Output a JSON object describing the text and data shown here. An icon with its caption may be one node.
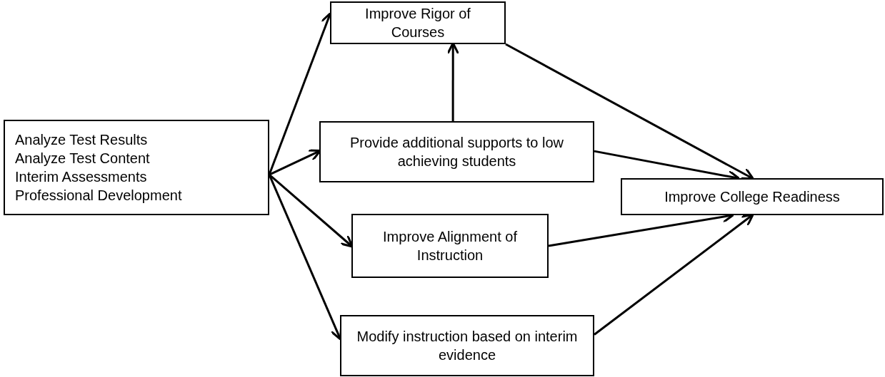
{
  "diagram": {
    "nodes": [
      {
        "text": [
          "Analyze Test Results",
          "Analyze Test Content",
          "Interim Assessments",
          "Professional Development"
        ]
      },
      {
        "text": [
          "Improve Rigor of Courses"
        ]
      },
      {
        "text": [
          "Provide additional supports to low achieving students"
        ]
      },
      {
        "text": [
          "Improve Alignment of Instruction"
        ]
      },
      {
        "text": [
          "Modify instruction based on interim evidence"
        ]
      },
      {
        "text": [
          "Improve College Readiness"
        ]
      }
    ],
    "edges": [
      {
        "from": 0,
        "to": 1,
        "arrow": "to"
      },
      {
        "from": 0,
        "to": 2,
        "arrow": "to"
      },
      {
        "from": 0,
        "to": 3,
        "arrow": "to"
      },
      {
        "from": 0,
        "to": 4,
        "arrow": "to"
      },
      {
        "from": 2,
        "to": 1,
        "arrow": "to"
      },
      {
        "from": 1,
        "to": 5,
        "arrow": "to"
      },
      {
        "from": 2,
        "to": 5,
        "arrow": "to"
      },
      {
        "from": 3,
        "to": 5,
        "arrow": "to"
      },
      {
        "from": 4,
        "to": 5,
        "arrow": "to"
      }
    ]
  }
}
